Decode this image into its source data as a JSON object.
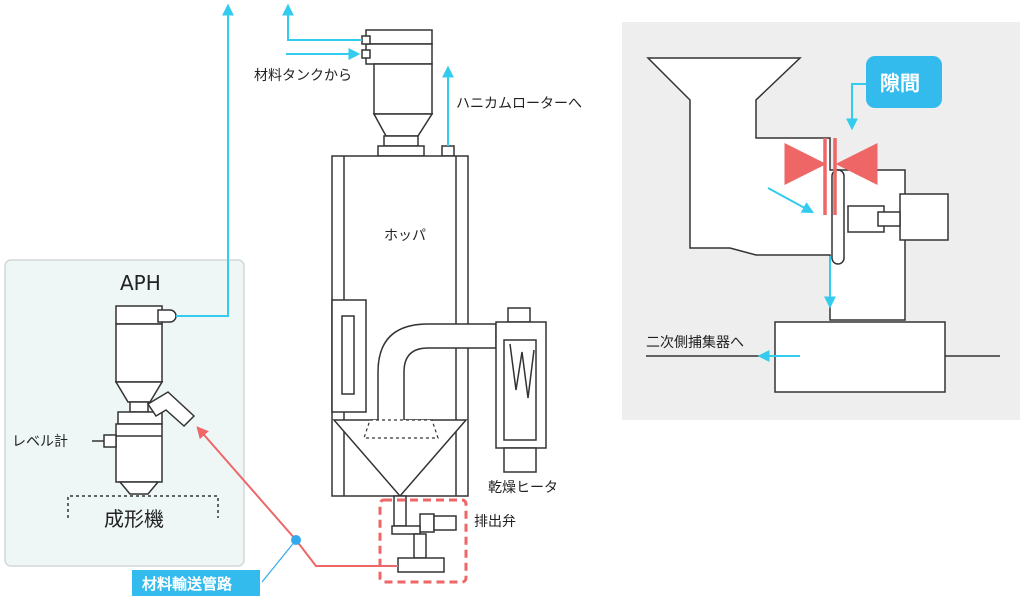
{
  "colors": {
    "equipment_stroke": "#333333",
    "airflow": "#33ccee",
    "material_line": "#ee6666",
    "highlight": "#ee6666",
    "aph_panel": "#eef6f6",
    "detail_panel": "#eeeeee",
    "label_box": "#33bbee"
  },
  "labels": {
    "aph": "APH",
    "level_meter": "レベル計",
    "molding_machine": "成形機",
    "material_pipe": "材料輸送管路",
    "from_tank": "材料タンクから",
    "to_rotor": "ハニカムローターへ",
    "hopper": "ホッパ",
    "dryer_heater": "乾燥ヒータ",
    "discharge_valve": "排出弁",
    "gap": "隙間",
    "to_secondary_collector": "二次側捕集器へ"
  }
}
